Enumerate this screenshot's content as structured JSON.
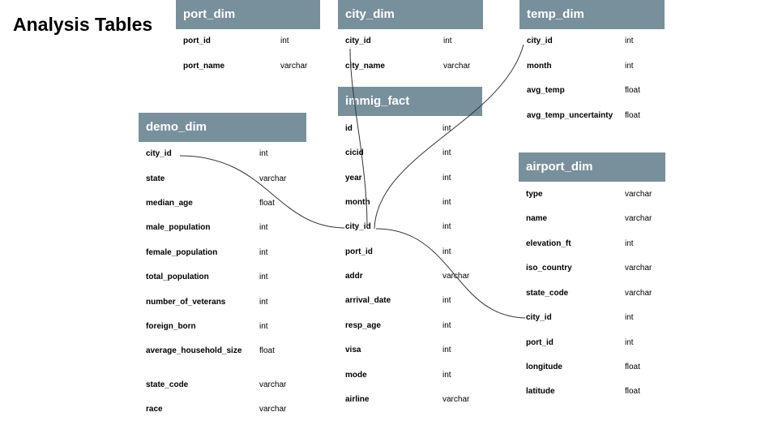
{
  "page": {
    "title": "Analysis Tables"
  },
  "tables": {
    "port_dim": {
      "name": "port_dim",
      "fields": [
        {
          "name": "port_id",
          "type": "int"
        },
        {
          "name": "port_name",
          "type": "varchar"
        }
      ]
    },
    "city_dim": {
      "name": "city_dim",
      "fields": [
        {
          "name": "city_id",
          "type": "int"
        },
        {
          "name": "city_name",
          "type": "varchar"
        }
      ]
    },
    "temp_dim": {
      "name": "temp_dim",
      "fields": [
        {
          "name": "city_id",
          "type": "int"
        },
        {
          "name": "month",
          "type": "int"
        },
        {
          "name": "avg_temp",
          "type": "float"
        },
        {
          "name": "avg_temp_uncertainty",
          "type": "float"
        }
      ]
    },
    "immig_fact": {
      "name": "immig_fact",
      "fields": [
        {
          "name": "id",
          "type": "int"
        },
        {
          "name": "cicid",
          "type": "int"
        },
        {
          "name": "year",
          "type": "int"
        },
        {
          "name": "month",
          "type": "int"
        },
        {
          "name": "city_id",
          "type": "int"
        },
        {
          "name": "port_id",
          "type": "int"
        },
        {
          "name": "addr",
          "type": "varchar"
        },
        {
          "name": "arrival_date",
          "type": "int"
        },
        {
          "name": "resp_age",
          "type": "int"
        },
        {
          "name": "visa",
          "type": "int"
        },
        {
          "name": "mode",
          "type": "int"
        },
        {
          "name": "airline",
          "type": "varchar"
        }
      ]
    },
    "demo_dim": {
      "name": "demo_dim",
      "fields": [
        {
          "name": "city_id",
          "type": "int"
        },
        {
          "name": "state",
          "type": "varchar"
        },
        {
          "name": "median_age",
          "type": "float"
        },
        {
          "name": "male_population",
          "type": "int"
        },
        {
          "name": "female_population",
          "type": "int"
        },
        {
          "name": "total_population",
          "type": "int"
        },
        {
          "name": "number_of_veterans",
          "type": "int"
        },
        {
          "name": "foreign_born",
          "type": "int"
        },
        {
          "name": "average_household_size",
          "type": "float"
        },
        {
          "name": "state_code",
          "type": "varchar"
        },
        {
          "name": "race",
          "type": "varchar"
        }
      ]
    },
    "airport_dim": {
      "name": "airport_dim",
      "fields": [
        {
          "name": "type",
          "type": "varchar"
        },
        {
          "name": "name",
          "type": "varchar"
        },
        {
          "name": "elevation_ft",
          "type": "int"
        },
        {
          "name": "iso_country",
          "type": "varchar"
        },
        {
          "name": "state_code",
          "type": "varchar"
        },
        {
          "name": "city_id",
          "type": "int"
        },
        {
          "name": "port_id",
          "type": "int"
        },
        {
          "name": "longitude",
          "type": "float"
        },
        {
          "name": "latitude",
          "type": "float"
        }
      ]
    }
  },
  "relationships": [
    {
      "from": "city_dim.city_id",
      "to": "immig_fact.city_id"
    },
    {
      "from": "demo_dim.city_id",
      "to": "immig_fact.city_id"
    },
    {
      "from": "temp_dim.city_id",
      "to": "immig_fact.city_id"
    },
    {
      "from": "immig_fact.city_id",
      "to": "airport_dim.city_id"
    }
  ],
  "colors": {
    "header_bg": "#78909c",
    "header_text": "#ffffff",
    "connector": "#333333"
  }
}
